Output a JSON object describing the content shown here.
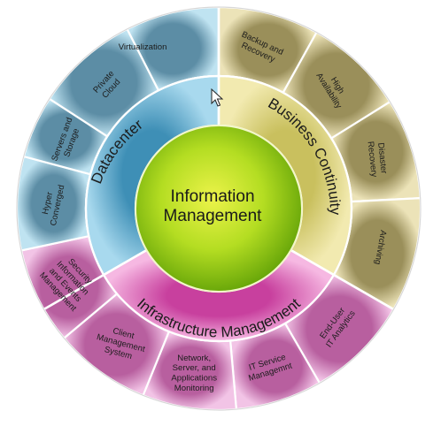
{
  "center": {
    "line1": "Information",
    "line2": "Management"
  },
  "rings": {
    "datacenter": "Datacenter",
    "business": "Business Continuity",
    "infrastructure": "Infrastructure Management"
  },
  "segments": [
    {
      "id": "virtualization",
      "lines": [
        "Virtualization"
      ]
    },
    {
      "id": "backup-recovery",
      "lines": [
        "Backup and",
        "Recovery"
      ]
    },
    {
      "id": "high-availability",
      "lines": [
        "High",
        "Availability"
      ]
    },
    {
      "id": "disaster-recovery",
      "lines": [
        "Disaster",
        "Recovery"
      ]
    },
    {
      "id": "archiving",
      "lines": [
        "Archiving"
      ]
    },
    {
      "id": "end-user-it-analytics",
      "lines": [
        "End-User",
        "IT Analytics"
      ]
    },
    {
      "id": "it-service-management",
      "lines": [
        "IT Service",
        "Managemnt"
      ]
    },
    {
      "id": "network-server-app-monitoring",
      "lines": [
        "Network,",
        "Server, and",
        "Applications",
        "Monitoring"
      ]
    },
    {
      "id": "client-management-system",
      "lines": [
        "Client",
        "Management",
        "System"
      ]
    },
    {
      "id": "siem",
      "lines": [
        "Security",
        "Information",
        "and Events",
        "Management"
      ]
    },
    {
      "id": "hyper-converged",
      "lines": [
        "Hyper",
        "Converged"
      ]
    },
    {
      "id": "servers-storage",
      "lines": [
        "Servers and",
        "Storage"
      ]
    },
    {
      "id": "private-cloud",
      "lines": [
        "Private",
        "Cloud"
      ]
    }
  ],
  "colors": {
    "blue": "#8ac6de",
    "gold": "#d6cc8a",
    "pink": "#dc8ec8",
    "center_green": "#a3d81c"
  }
}
